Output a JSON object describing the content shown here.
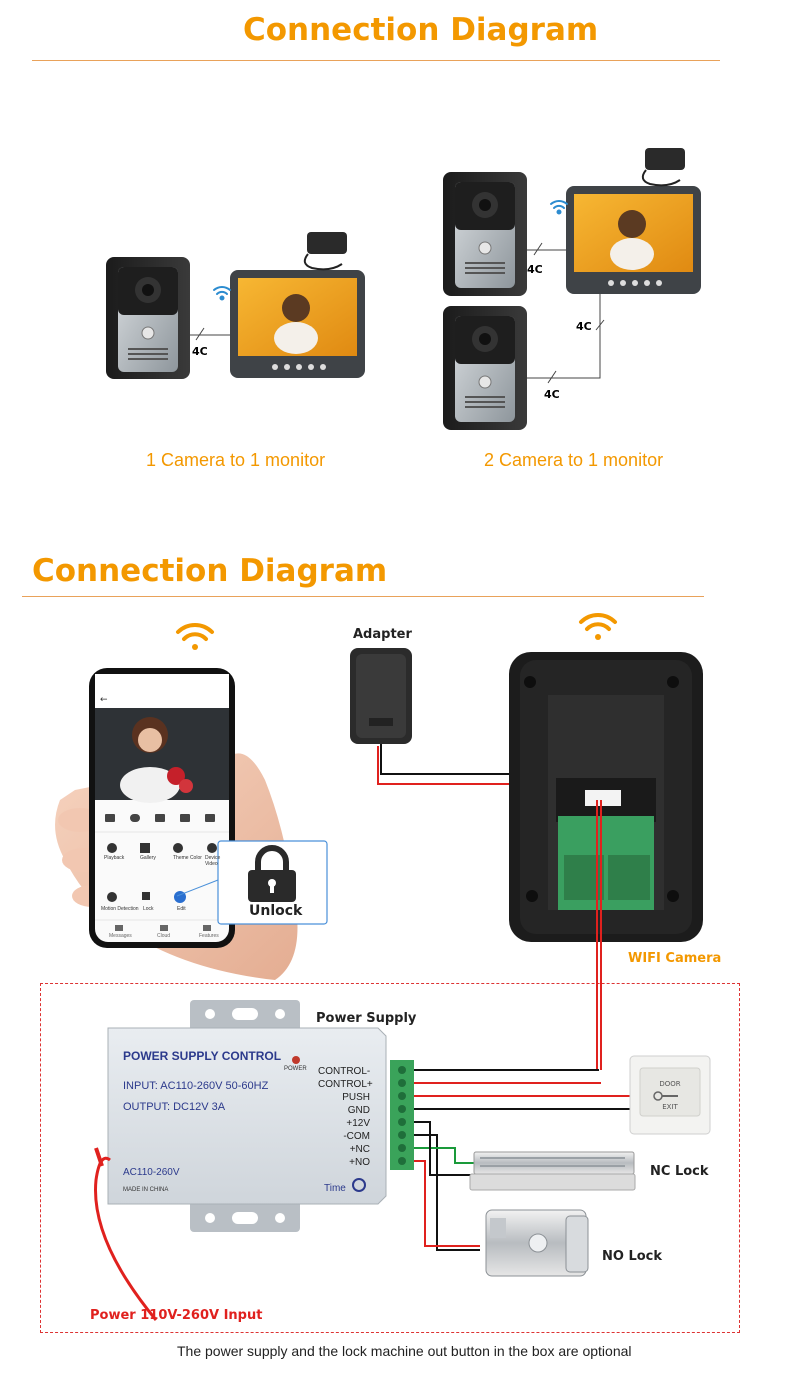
{
  "section1": {
    "title": "Connection Diagram",
    "wire_label": "4C",
    "caption_left": "1 Camera to  1 monitor",
    "caption_right": "2 Camera to  1 monitor"
  },
  "section2": {
    "title": "Connection Diagram",
    "adapter_label": "Adapter",
    "wifi_camera_label": "WIFI Camera",
    "power_supply_label": "Power Supply",
    "unlock_label": "Unlock",
    "nc_lock_label": "NC Lock",
    "no_lock_label": "NO Lock",
    "power_input_label": "Power 110V-260V Input",
    "footer_note": "The power supply and the lock machine out button in the box are optional"
  },
  "psu": {
    "heading": "POWER SUPPLY CONTROL",
    "input": "INPUT: AC110-260V 50-60HZ",
    "output": "OUTPUT: DC12V  3A",
    "power_led": "POWER",
    "ac": "AC110-260V",
    "made": "MADE IN CHINA",
    "time": "Time",
    "terminals": [
      "CONTROL-",
      "CONTROL+",
      "PUSH",
      "GND",
      "+12V",
      "-COM",
      "+NC",
      "+NO"
    ]
  },
  "exit_button": {
    "line1": "DOOR",
    "line2": "EXIT"
  },
  "phone_app": {
    "menu_row1": [
      "Playback",
      "Gallery",
      "Theme Color",
      "Device Video"
    ],
    "menu_row2": [
      "Motion Detection",
      "Lock",
      "Edit"
    ],
    "tabs": [
      "Messages",
      "Cloud",
      "Features"
    ]
  },
  "colors": {
    "accent": "#f39800",
    "wire_red": "#e0211e",
    "wire_black": "#111111",
    "wire_green": "#1a9a3a",
    "terminal_green": "#3aa35a"
  },
  "icons": [
    "wifi-icon",
    "lock-icon",
    "power-plug-icon"
  ]
}
